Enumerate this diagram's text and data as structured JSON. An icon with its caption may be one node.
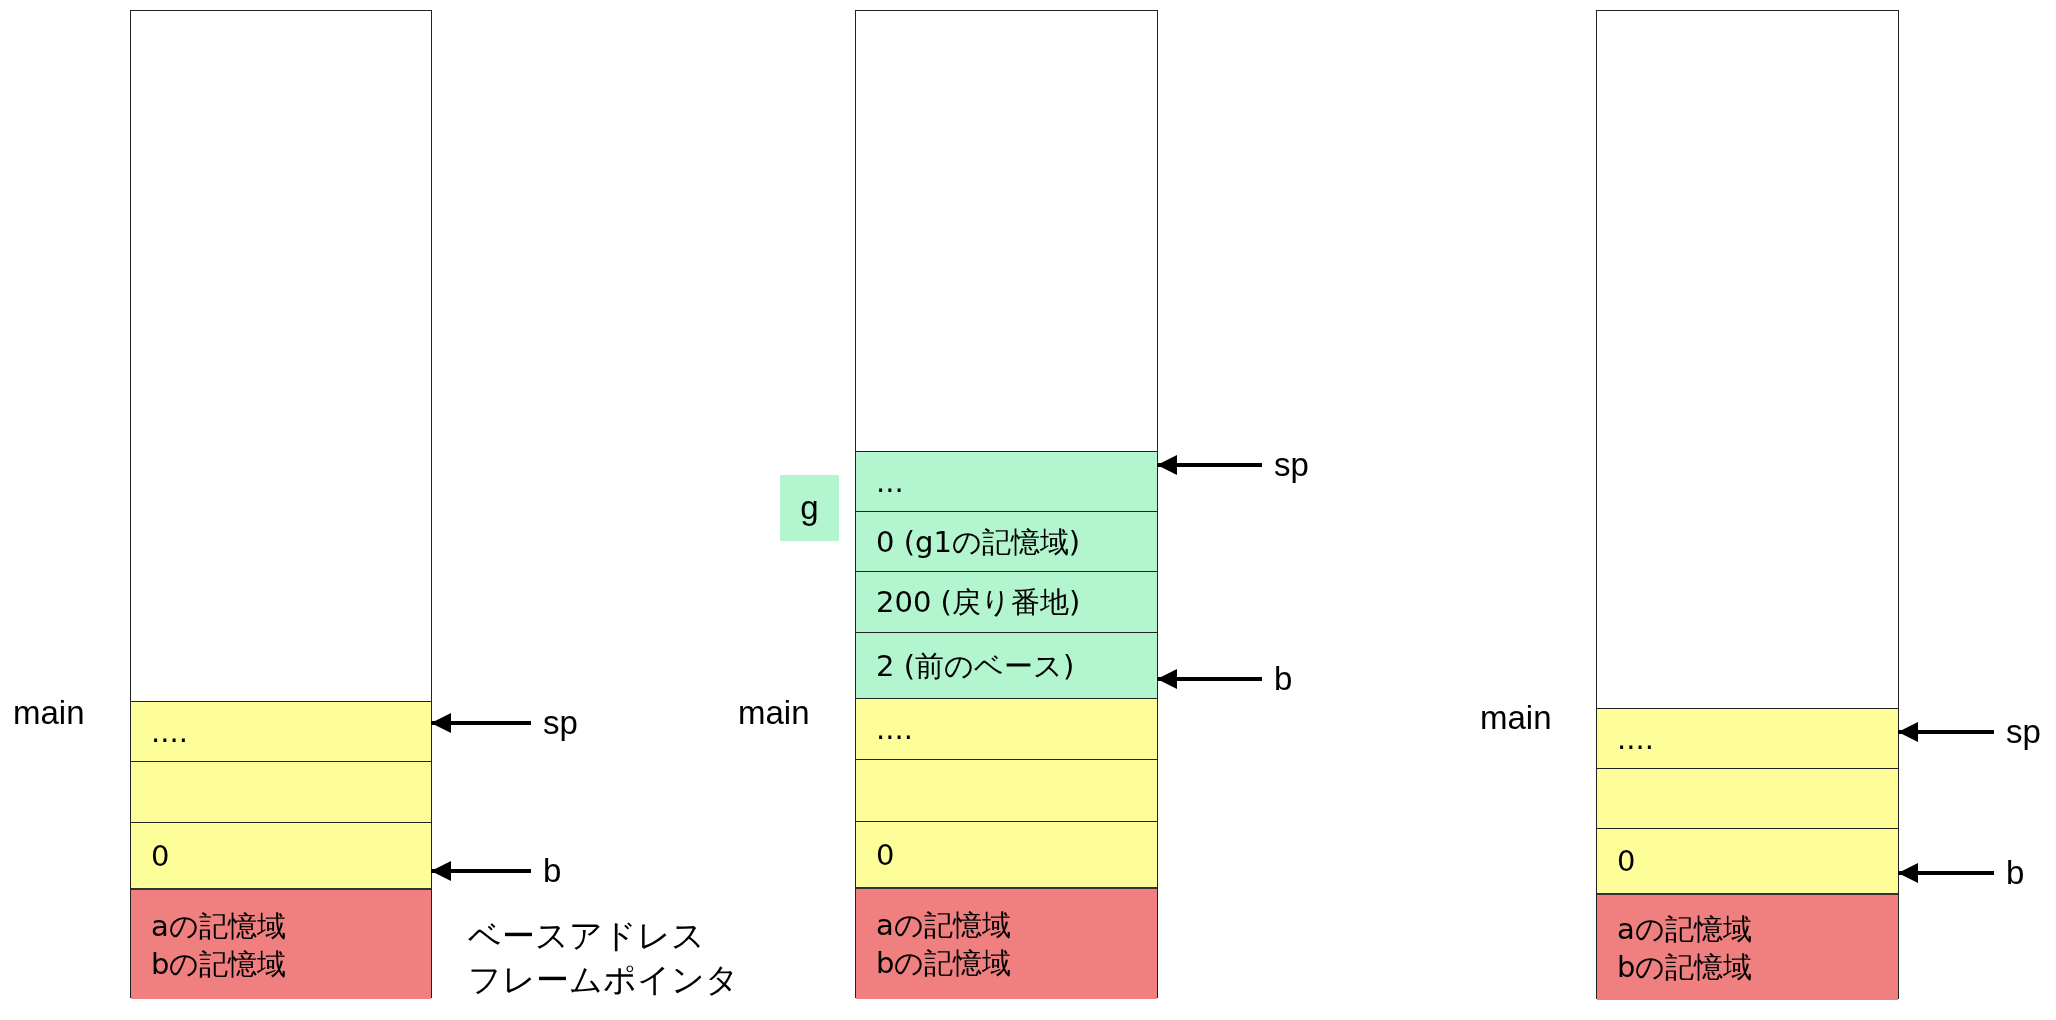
{
  "diagram": {
    "nodes": [
      {
        "text": [],
        "shape": "box"
      },
      {
        "text": [
          "...."
        ],
        "in": 0
      },
      {
        "text": [],
        "shape": "box",
        "in": 0
      },
      {
        "text": [
          "0"
        ],
        "in": 0
      },
      {
        "text": [
          "aの記憶域",
          "bの記憶域"
        ],
        "in": 0
      },
      {
        "text": [
          "sp"
        ]
      },
      {
        "text": [
          "b"
        ]
      },
      {
        "text": [],
        "shape": "box"
      },
      {
        "text": [
          "..."
        ],
        "in": 7
      },
      {
        "text": [
          "0 (g1の記憶域)"
        ],
        "in": 7
      },
      {
        "text": [
          "200 (戻り番地)"
        ],
        "in": 7
      },
      {
        "text": [
          "2 (前のベース)"
        ],
        "in": 7
      },
      {
        "text": [
          "...."
        ],
        "in": 7
      },
      {
        "text": [],
        "shape": "box",
        "in": 7
      },
      {
        "text": [
          "0"
        ],
        "in": 7
      },
      {
        "text": [
          "aの記憶域",
          "bの記憶域"
        ],
        "in": 7
      },
      {
        "text": [
          "g"
        ]
      },
      {
        "text": [
          "sp"
        ]
      },
      {
        "text": [
          "b"
        ]
      },
      {
        "text": [],
        "shape": "box"
      },
      {
        "text": [
          "...."
        ],
        "in": 19
      },
      {
        "text": [],
        "shape": "box",
        "in": 19
      },
      {
        "text": [
          "0"
        ],
        "in": 19
      },
      {
        "text": [
          "aの記憶域",
          "bの記憶域"
        ],
        "in": 19
      },
      {
        "text": [
          "sp"
        ]
      },
      {
        "text": [
          "b"
        ]
      }
    ],
    "edges": [
      {
        "from": 5,
        "to": 1,
        "arrow": "to"
      },
      {
        "from": 6,
        "to": 3,
        "arrow": "to"
      },
      {
        "from": 17,
        "to": 8,
        "arrow": "to"
      },
      {
        "from": 18,
        "to": 11,
        "arrow": "to"
      },
      {
        "from": 24,
        "to": 20,
        "arrow": "to"
      },
      {
        "from": 25,
        "to": 22,
        "arrow": "to"
      }
    ],
    "labels": [
      "main",
      "main",
      "main",
      "ベースアドレス",
      "フレームポインタ"
    ]
  }
}
